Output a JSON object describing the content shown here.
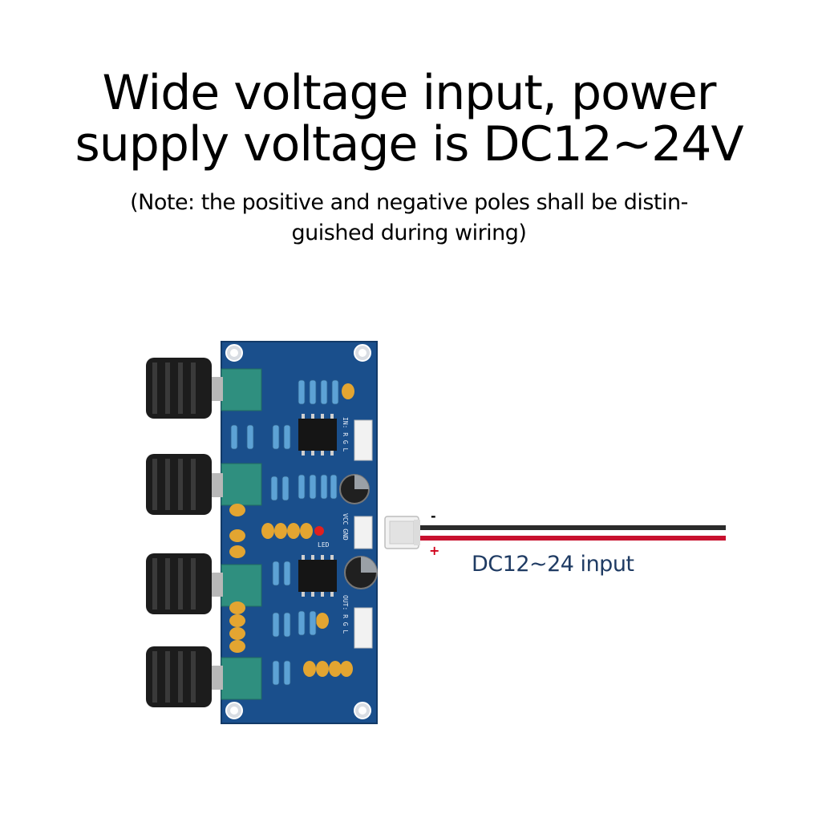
{
  "headline": {
    "line1": "Wide voltage input, power",
    "line2": "supply voltage is DC12~24V"
  },
  "note": {
    "line1": "(Note: the positive and negative poles shall be distin-",
    "line2": "guished during wiring)"
  },
  "wire": {
    "negative_mark": "-",
    "positive_mark": "+",
    "label": "DC12~24 input"
  },
  "silkscreen": {
    "input_header": "IN: R G L",
    "power_header": "VCC GND",
    "output_header": "OUT: R G L",
    "led": "LED"
  },
  "colors": {
    "pcb": "#1a4f8c",
    "knob": "#1c1c1c",
    "potentiometer": "#2f8f7f",
    "capacitor": "#e3a531",
    "wire_negative": "#2b2b2b",
    "wire_positive": "#c8102e",
    "label_text": "#1f3b63"
  }
}
